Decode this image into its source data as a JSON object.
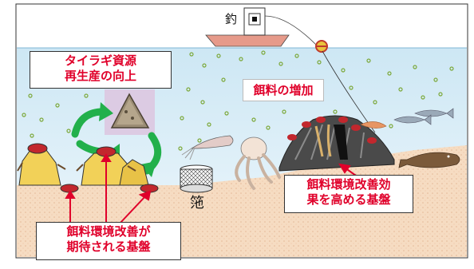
{
  "labels": {
    "tairagi_line1": "タイラギ資源",
    "tairagi_line2": "再生産の向上",
    "feed_increase": "餌料の増加",
    "base_expected_line1": "餌料環境改善が",
    "base_expected_line2": "期待される基盤",
    "base_enhance_line1": "餌料環境改善効",
    "base_enhance_line2": "果を高める基盤",
    "trap": "筂",
    "boat": "釣"
  },
  "colors": {
    "sky": "#ffffff",
    "water_top": "#cfe8f5",
    "water_bottom": "#e9f5fb",
    "seabed": "#f6dcc2",
    "label_text": "#e0002a",
    "arrow_red": "#e0002a",
    "cycle_arrow": "#22b04b",
    "boat": "#e69a8a"
  },
  "icons": [
    "boat-icon",
    "buoy-icon",
    "shellfish-icon",
    "recycle-arrows-icon",
    "squid-icon",
    "octopus-icon",
    "fish-icon",
    "flatfish-icon",
    "shrimp-icon",
    "trap-cage-icon",
    "reef-block-icon"
  ]
}
